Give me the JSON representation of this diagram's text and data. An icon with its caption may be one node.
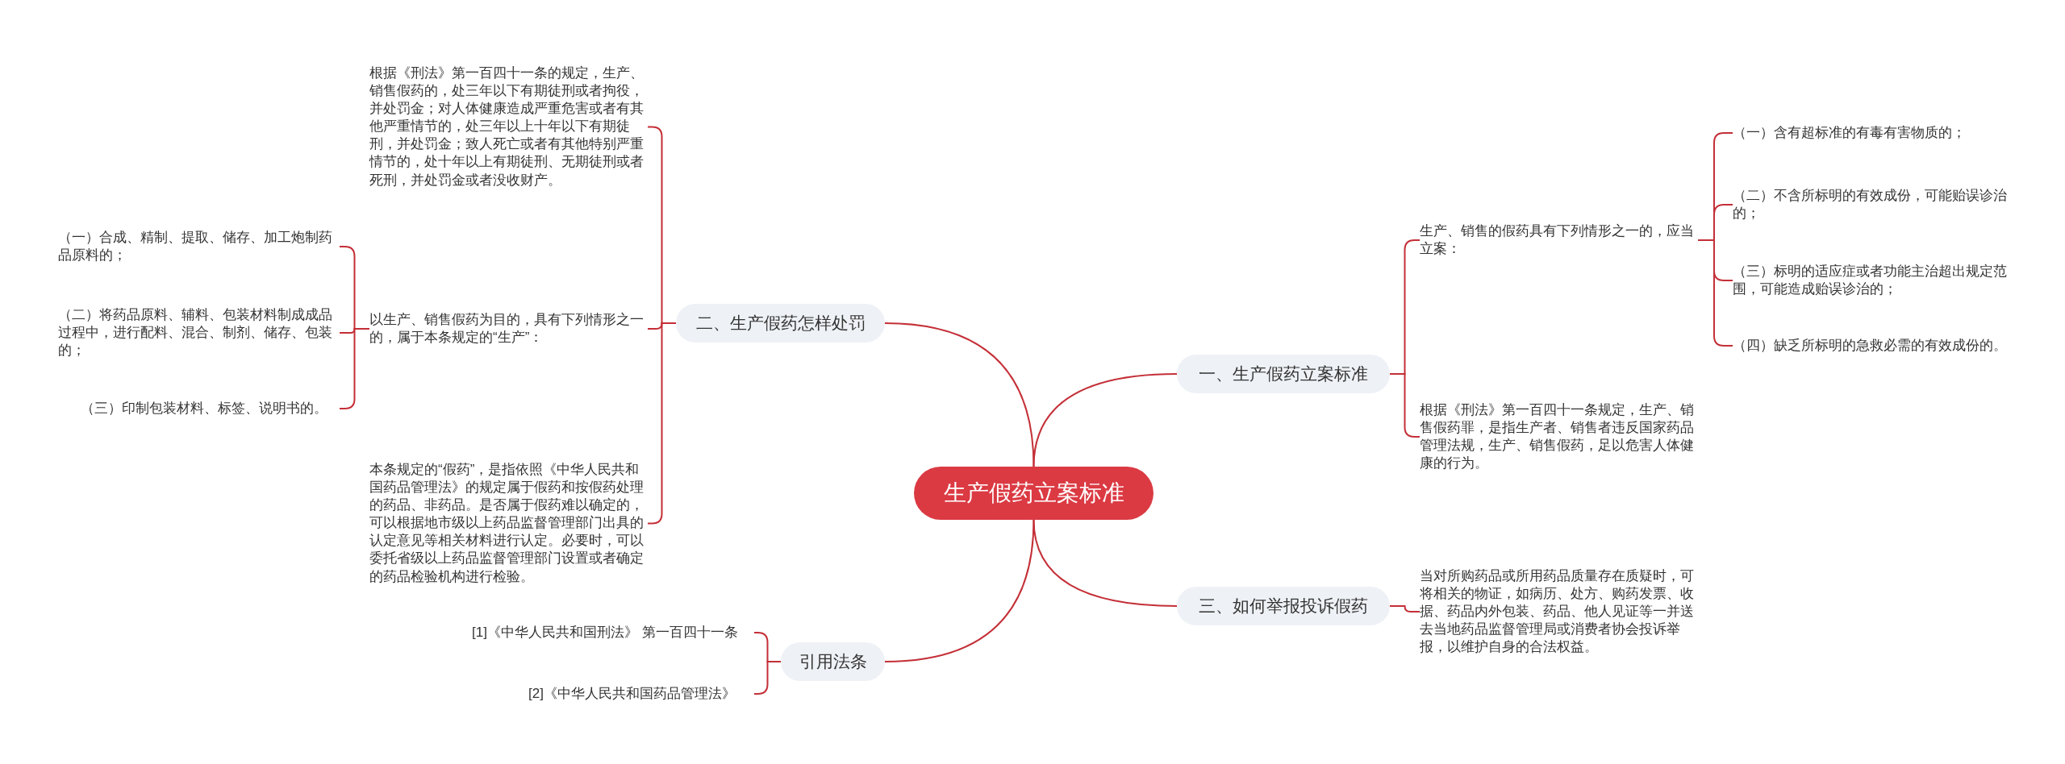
{
  "diagram": {
    "nodes": [
      {
        "text": [
          "生产假药立案标准"
        ]
      },
      {
        "text": [
          "一、生产假药立案标准"
        ]
      },
      {
        "text": [
          "生产、销售的假药具有下列情形之一的，应当立案："
        ]
      },
      {
        "text": [
          "（一）含有超标准的有毒有害物质的；"
        ]
      },
      {
        "text": [
          "（二）不含所标明的有效成份，可能贻误诊治的；"
        ]
      },
      {
        "text": [
          "（三）标明的适应症或者功能主治超出规定范围，可能造成贻误诊治的；"
        ]
      },
      {
        "text": [
          "（四）缺乏所标明的急救必需的有效成份的。"
        ]
      },
      {
        "text": [
          "根据《刑法》第一百四十一条规定，生产、销售假药罪，是指生产者、销售者违反国家药品管理法规，生产、销售假药，足以危害人体健康的行为。"
        ]
      },
      {
        "text": [
          "三、如何举报投诉假药"
        ]
      },
      {
        "text": [
          "当对所购药品或所用药品质量存在质疑时，可将相关的物证，如病历、处方、购药发票、收据、药品内外包装、药品、他人见证等一并送去当地药品监督管理局或消费者协会投诉举报，以维护自身的合法权益。"
        ]
      },
      {
        "text": [
          "二、生产假药怎样处罚"
        ]
      },
      {
        "text": [
          "根据《刑法》第一百四十一条的规定，生产、销售假药的，处三年以下有期徒刑或者拘役，并处罚金；对人体健康造成严重危害或者有其他严重情节的，处三年以上十年以下有期徒刑，并处罚金；致人死亡或者有其他特别严重情节的，处十年以上有期徒刑、无期徒刑或者死刑，并处罚金或者没收财产。"
        ]
      },
      {
        "text": [
          "以生产、销售假药为目的，具有下列情形之一的，属于本条规定的“生产”："
        ]
      },
      {
        "text": [
          "（一）合成、精制、提取、储存、加工炮制药品原料的；"
        ]
      },
      {
        "text": [
          "（二）将药品原料、辅料、包装材料制成成品过程中，进行配料、混合、制剂、储存、包装的；"
        ]
      },
      {
        "text": [
          "（三）印制包装材料、标签、说明书的。"
        ]
      },
      {
        "text": [
          "本条规定的“假药”，是指依照《中华人民共和国药品管理法》的规定属于假药和按假药处理的药品、非药品。是否属于假药难以确定的，可以根据地市级以上药品监督管理部门出具的认定意见等相关材料进行认定。必要时，可以委托省级以上药品监督管理部门设置或者确定的药品检验机构进行检验。"
        ]
      },
      {
        "text": [
          "引用法条"
        ]
      },
      {
        "text": [
          "[1]《中华人民共和国刑法》 第一百四十一条"
        ]
      },
      {
        "text": [
          "[2]《中华人民共和国药品管理法》"
        ]
      }
    ],
    "edges": [
      {
        "from": 0,
        "to": 1,
        "arrow": "none"
      },
      {
        "from": 1,
        "to": 2,
        "arrow": "none"
      },
      {
        "from": 2,
        "to": 3,
        "arrow": "none"
      },
      {
        "from": 2,
        "to": 4,
        "arrow": "none"
      },
      {
        "from": 2,
        "to": 5,
        "arrow": "none"
      },
      {
        "from": 2,
        "to": 6,
        "arrow": "none"
      },
      {
        "from": 1,
        "to": 7,
        "arrow": "none"
      },
      {
        "from": 0,
        "to": 8,
        "arrow": "none"
      },
      {
        "from": 8,
        "to": 9,
        "arrow": "none"
      },
      {
        "from": 0,
        "to": 10,
        "arrow": "none"
      },
      {
        "from": 10,
        "to": 11,
        "arrow": "none"
      },
      {
        "from": 10,
        "to": 12,
        "arrow": "none"
      },
      {
        "from": 12,
        "to": 13,
        "arrow": "none"
      },
      {
        "from": 12,
        "to": 14,
        "arrow": "none"
      },
      {
        "from": 12,
        "to": 15,
        "arrow": "none"
      },
      {
        "from": 10,
        "to": 16,
        "arrow": "none"
      },
      {
        "from": 0,
        "to": 17,
        "arrow": "none"
      },
      {
        "from": 17,
        "to": 18,
        "arrow": "none"
      },
      {
        "from": 17,
        "to": 19,
        "arrow": "none"
      }
    ]
  }
}
